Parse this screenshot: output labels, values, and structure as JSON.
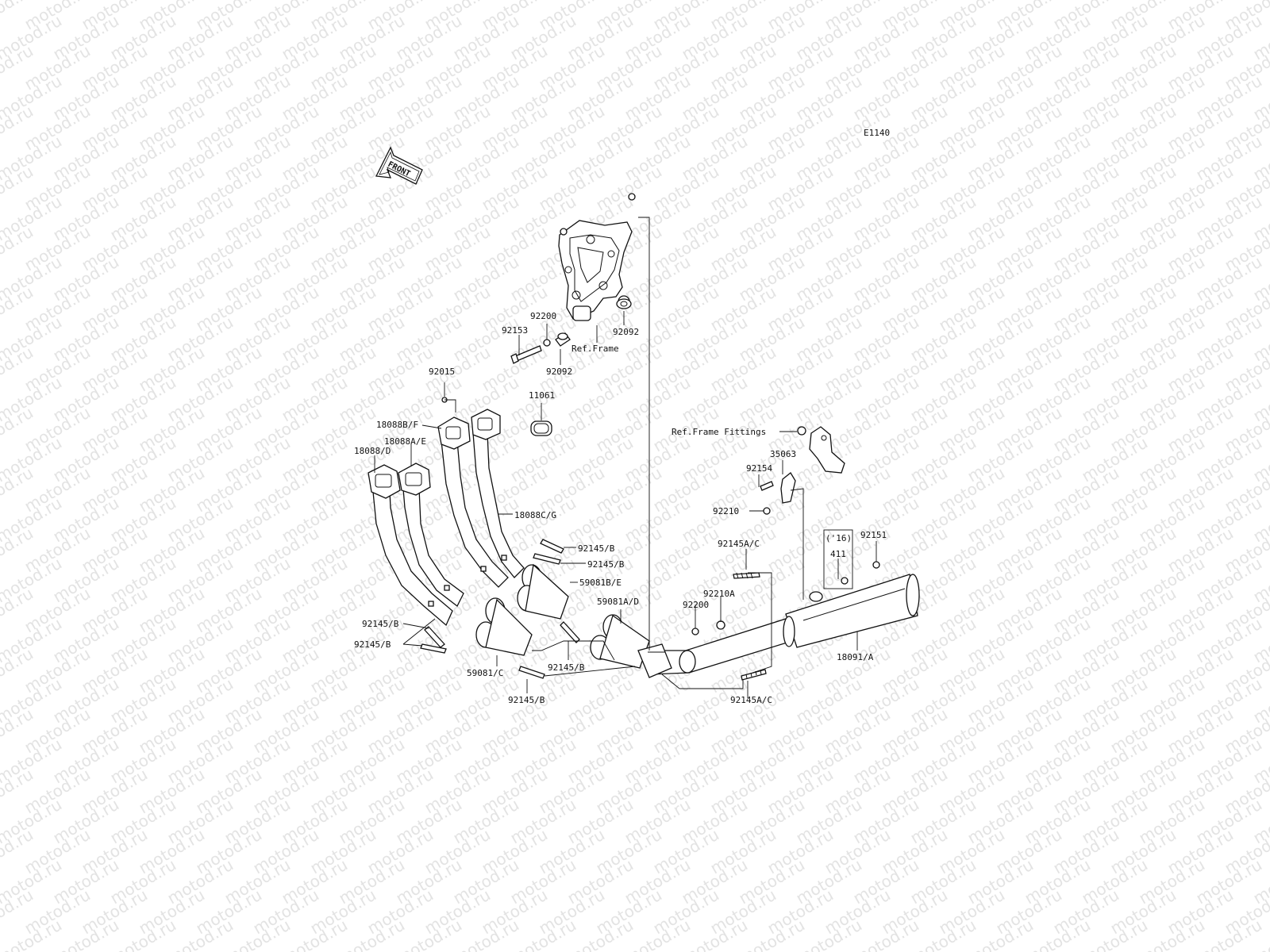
{
  "watermark": "motod.ru",
  "diagram_id": "E1140",
  "front_label": "FRONT",
  "labels": {
    "l_18091A": "18091/A",
    "l_92145AC_bottom": "92145A/C",
    "l_92145AC_top": "92145A/C",
    "l_92200_right": "92200",
    "l_92210A": "92210A",
    "l_92151": "92151",
    "l_16": "('16)",
    "l_411": "411",
    "l_92210": "92210",
    "l_92154": "92154",
    "l_35063": "35063",
    "l_ref_frame_fittings": "Ref.Frame Fittings",
    "l_ref_frame": "Ref.Frame",
    "l_92092_right": "92092",
    "l_92092_bottom": "92092",
    "l_92200_top": "92200",
    "l_92153": "92153",
    "l_92015": "92015",
    "l_11061": "11061",
    "l_18088BF": "18088B/F",
    "l_18088AE": "18088A/E",
    "l_18088D": "18088/D",
    "l_18088CG": "18088C/G",
    "l_92145B_1": "92145/B",
    "l_92145B_2": "92145/B",
    "l_59081BE": "59081B/E",
    "l_59081AD": "59081A/D",
    "l_92145B_3": "92145/B",
    "l_92145B_4": "92145/B",
    "l_59081C": "59081/C",
    "l_92145B_5": "92145/B",
    "l_92145B_6": "92145/B"
  }
}
